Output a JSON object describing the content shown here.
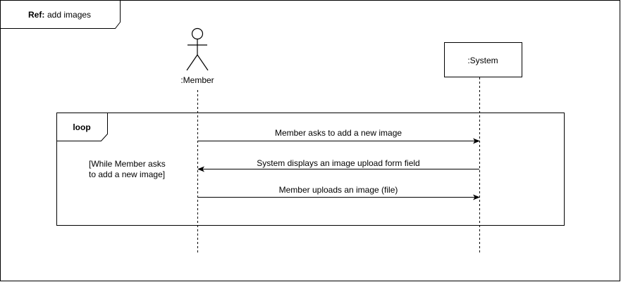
{
  "ref_frame": {
    "keyword": "Ref:",
    "name": "add images"
  },
  "actors": {
    "member": ":Member",
    "system": ":System"
  },
  "loop_fragment": {
    "operator": "loop",
    "guard_line1": "[While Member asks",
    "guard_line2": "to add a new image]"
  },
  "messages": [
    {
      "label": "Member  asks to add a new image",
      "from": ":Member",
      "to": ":System"
    },
    {
      "label": "System displays an image upload form field",
      "from": ":System",
      "to": ":Member"
    },
    {
      "label": "Member uploads an image (file)",
      "from": ":Member",
      "to": ":System"
    }
  ],
  "colors": {
    "stroke": "#000000",
    "background": "#ffffff"
  }
}
